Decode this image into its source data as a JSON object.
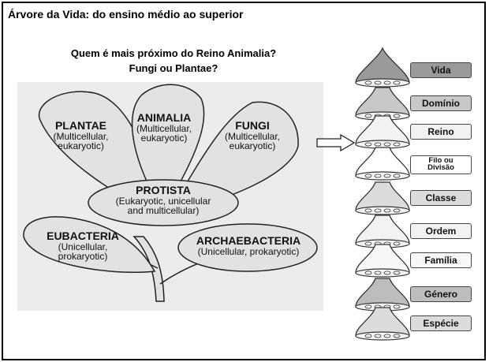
{
  "slide": {
    "title": "Árvore da Vida: do ensino médio ao superior",
    "question_line1": "Quem é mais próximo do Reino Animalia?",
    "question_line2": "Fungi ou Plantae?"
  },
  "kingdoms": [
    {
      "name": "PLANTAE",
      "desc1": "(Multicellular,",
      "desc2": "eukaryotic)"
    },
    {
      "name": "ANIMALIA",
      "desc1": "(Multicellular,",
      "desc2": "eukaryotic)"
    },
    {
      "name": "FUNGI",
      "desc1": "(Multicellular,",
      "desc2": "eukaryotic)"
    },
    {
      "name": "PROTISTA",
      "desc1": "(Eukaryotic, unicellular",
      "desc2": "and multicellular)"
    },
    {
      "name": "EUBACTERIA",
      "desc1": "(Unicellular,",
      "desc2": "prokaryotic)"
    },
    {
      "name": "ARCHAEBACTERIA",
      "desc1": "(Unicellular, prokaryotic)",
      "desc2": ""
    }
  ],
  "ranks": [
    {
      "label": "Vida",
      "color": "#9a9a9a"
    },
    {
      "label": "Domínio",
      "color": "#c8c8c8"
    },
    {
      "label": "Reino",
      "color": "#f2f2f2"
    },
    {
      "label_line1": "Filo ou",
      "label_line2": "Divisão",
      "color": "#ffffff"
    },
    {
      "label": "Classe",
      "color": "#dcdcdc"
    },
    {
      "label": "Ordem",
      "color": "#f2f2f2"
    },
    {
      "label": "Família",
      "color": "#f7f7f7"
    },
    {
      "label": "Género",
      "color": "#bdbdbd"
    },
    {
      "label": "Espécie",
      "color": "#dcdcdc"
    }
  ]
}
